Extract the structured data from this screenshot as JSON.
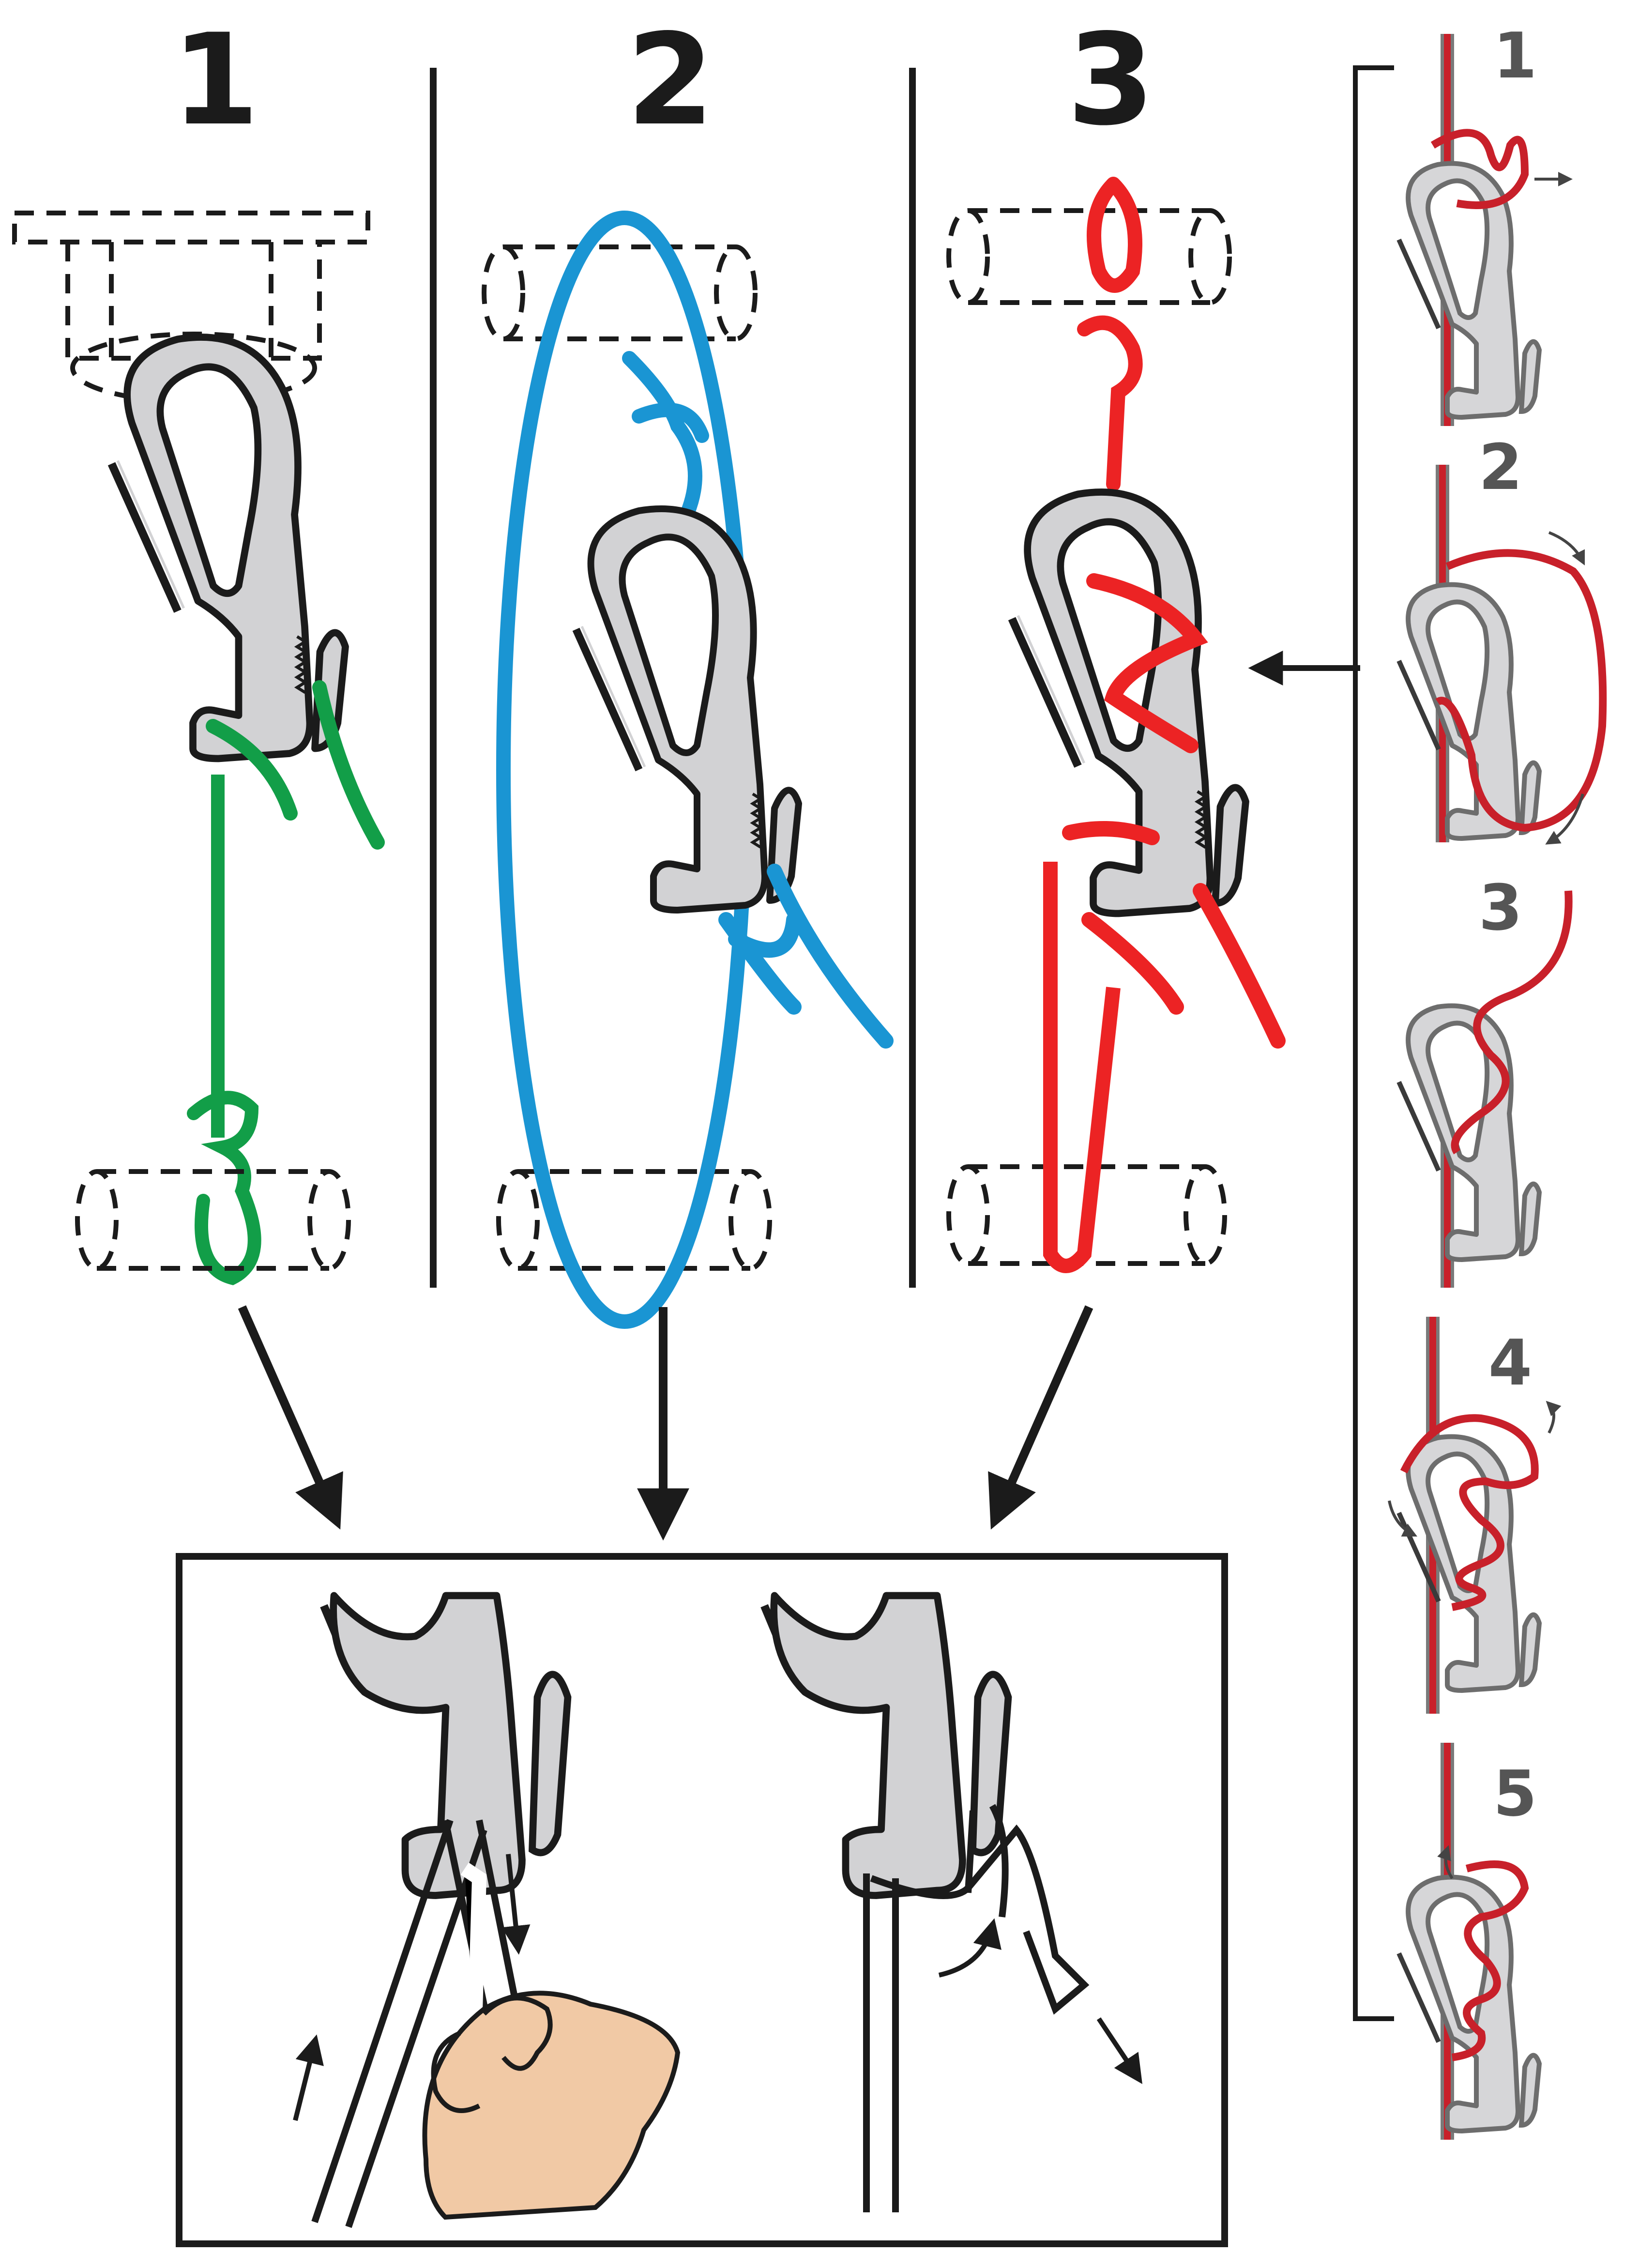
{
  "panels": [
    {
      "number": "1",
      "cord_color": "#129e48"
    },
    {
      "number": "2",
      "cord_color": "#1a95d3"
    },
    {
      "number": "3",
      "cord_color": "#ec2324"
    }
  ],
  "side_steps": [
    "1",
    "2",
    "3",
    "4",
    "5"
  ],
  "colors": {
    "hook_fill": "#d2d2d4",
    "outline": "#1b1b1b",
    "side_number": "#555555",
    "side_cord": "#c8202a",
    "hand": "#f1c9a5"
  }
}
